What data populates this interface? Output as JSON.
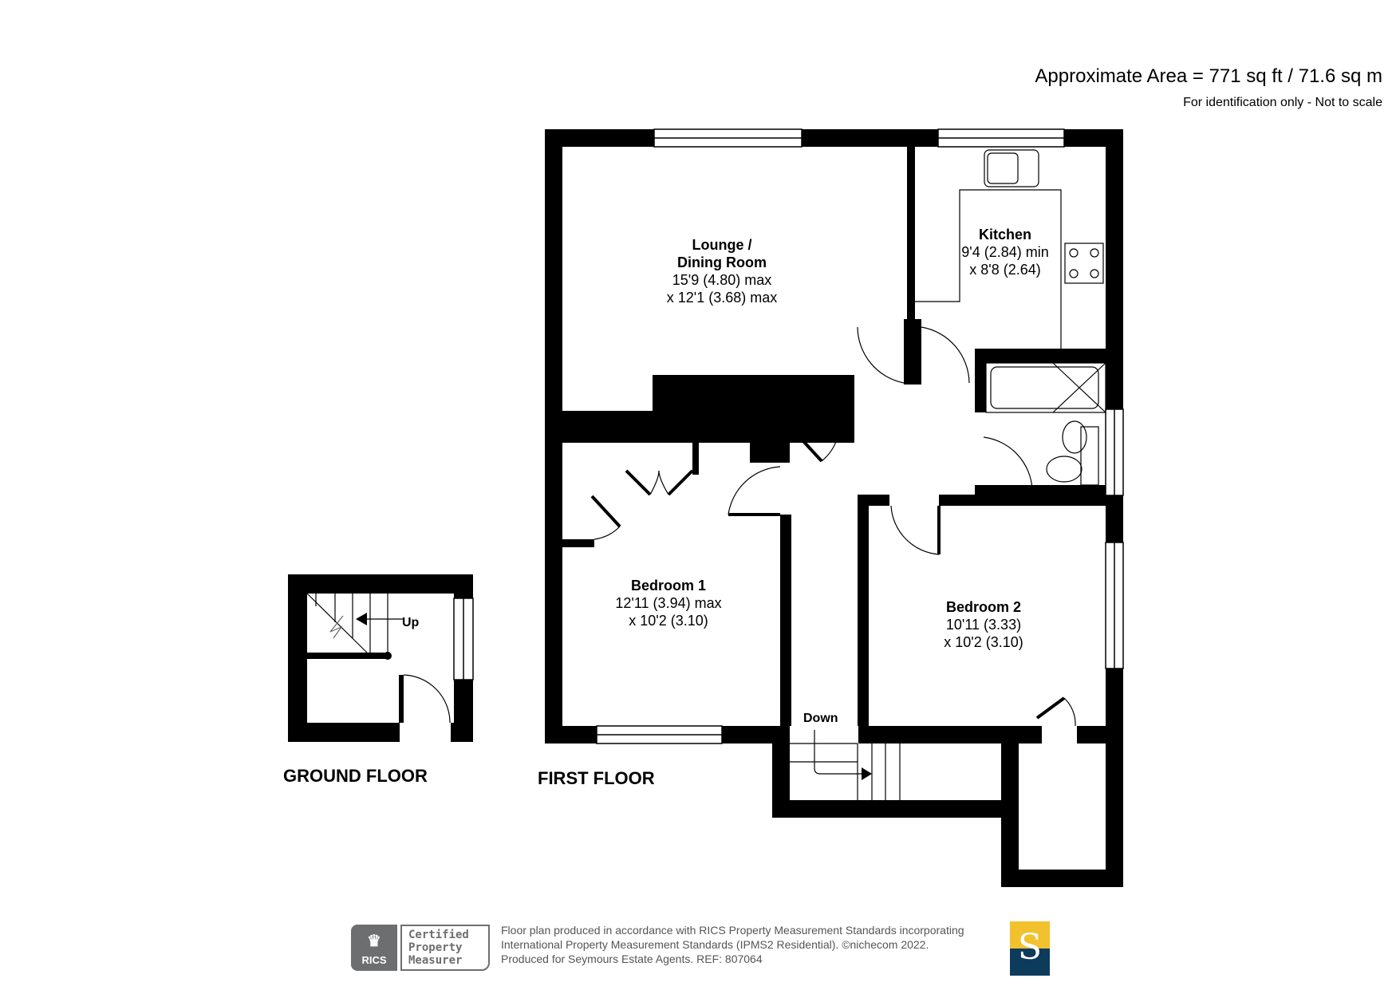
{
  "header": {
    "area": "Approximate Area = 771 sq ft / 71.6 sq m",
    "disclaimer": "For identification only - Not to scale"
  },
  "floors": {
    "ground": {
      "label": "GROUND FLOOR",
      "stairs_label": "Up"
    },
    "first": {
      "label": "FIRST FLOOR",
      "stairs_label": "Down"
    }
  },
  "rooms": [
    {
      "name": "Lounge /",
      "name2": "Dining Room",
      "dim1": "15'9 (4.80) max",
      "dim2": "x 12'1 (3.68) max"
    },
    {
      "name": "Kitchen",
      "dim1": "9'4 (2.84) min",
      "dim2": "x 8'8 (2.64)"
    },
    {
      "name": "Bedroom 1",
      "dim1": "12'11 (3.94) max",
      "dim2": "x 10'2 (3.10)"
    },
    {
      "name": "Bedroom 2",
      "dim1": "10'11 (3.33)",
      "dim2": "x 10'2 (3.10)"
    }
  ],
  "footer": {
    "rics_label": "RICS",
    "cert_line1": "Certified",
    "cert_line2": "Property",
    "cert_line3": "Measurer",
    "text_line1": "Floor plan produced in accordance with RICS Property Measurement Standards incorporating",
    "text_line2": "International Property Measurement Standards (IPMS2 Residential).   ©nichecom 2022.",
    "text_line3": "Produced for Seymours Estate Agents.   REF:  807064",
    "logo_letter": "S"
  },
  "colors": {
    "wall": "#000000",
    "logo_yellow": "#f2c12e",
    "logo_navy": "#0d3b5c",
    "rics_grey": "#6d6e70"
  }
}
